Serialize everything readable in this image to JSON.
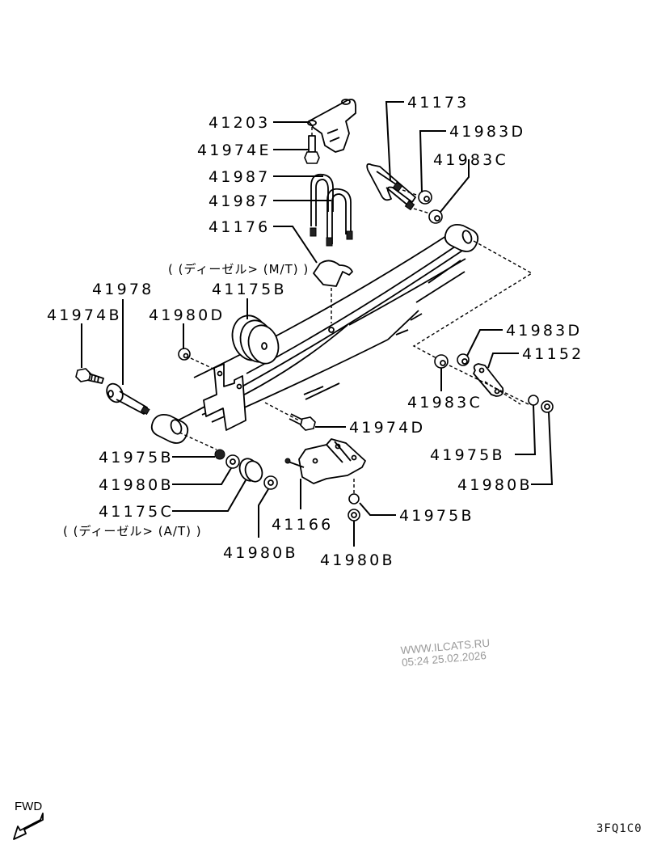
{
  "diagram": {
    "title_code": "3FQ1C0",
    "fwd_label": "FWD",
    "watermark": {
      "line1": "WWW.ILCATS.RU",
      "line2": "05:24 25.02.2026"
    },
    "callouts": {
      "p41203": "41203",
      "p41974E": "41974E",
      "p41987a": "41987",
      "p41987b": "41987",
      "p41176": "41176",
      "note_mt": "( (ディーゼル> (M/T) )",
      "p41175B": "41175B",
      "p41978": "41978",
      "p41974B": "41974B",
      "p41980D": "41980D",
      "p41173": "41173",
      "p41983D_top": "41983D",
      "p41983C_top": "41983C",
      "p41983D_mid": "41983D",
      "p41152": "41152",
      "p41983C_mid": "41983C",
      "p41974D": "41974D",
      "p41975B_right": "41975B",
      "p41980B_right": "41980B",
      "p41975B_left": "41975B",
      "p41980B_left": "41980B",
      "p41175C": "41175C",
      "note_at": "( (ディーゼル> (A/T) )",
      "p41980B_bottom": "41980B",
      "p41166": "41166",
      "p41975B_bottom": "41975B",
      "p41980B_center": "41980B"
    }
  }
}
